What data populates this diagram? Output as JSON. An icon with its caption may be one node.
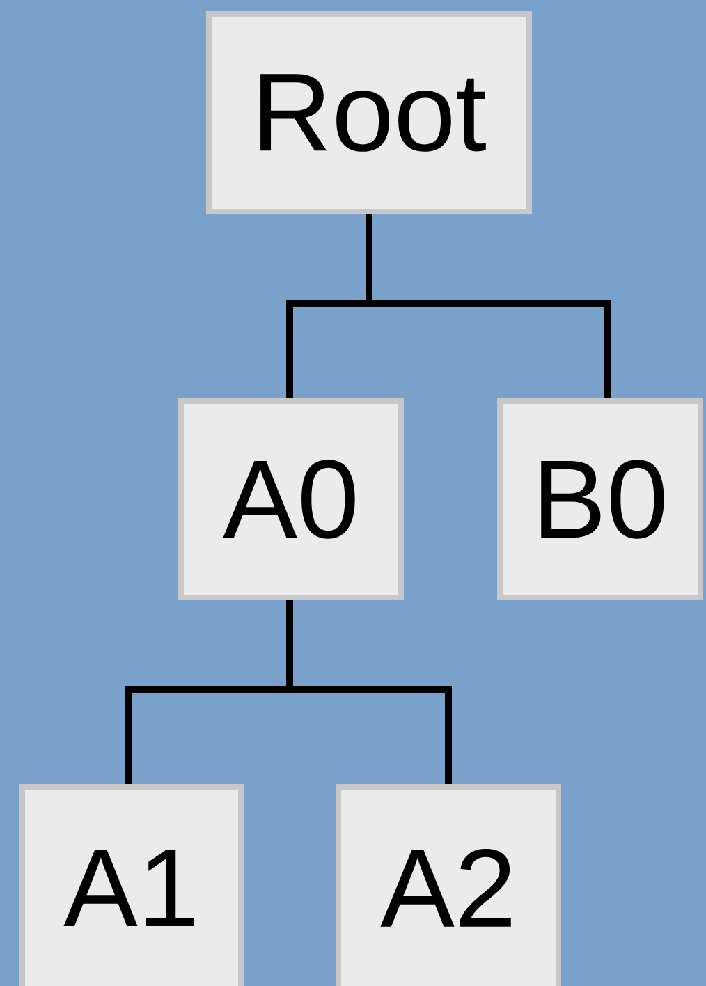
{
  "diagram": {
    "nodes": [
      {
        "text": [
          "Root"
        ]
      },
      {
        "text": [
          "A0"
        ]
      },
      {
        "text": [
          "B0"
        ]
      },
      {
        "text": [
          "A1"
        ]
      },
      {
        "text": [
          "A2"
        ]
      }
    ],
    "edges": [
      {
        "from": 0,
        "to": 1,
        "arrow": "none"
      },
      {
        "from": 0,
        "to": 2,
        "arrow": "none"
      },
      {
        "from": 1,
        "to": 3,
        "arrow": "none"
      },
      {
        "from": 1,
        "to": 4,
        "arrow": "none"
      }
    ]
  }
}
